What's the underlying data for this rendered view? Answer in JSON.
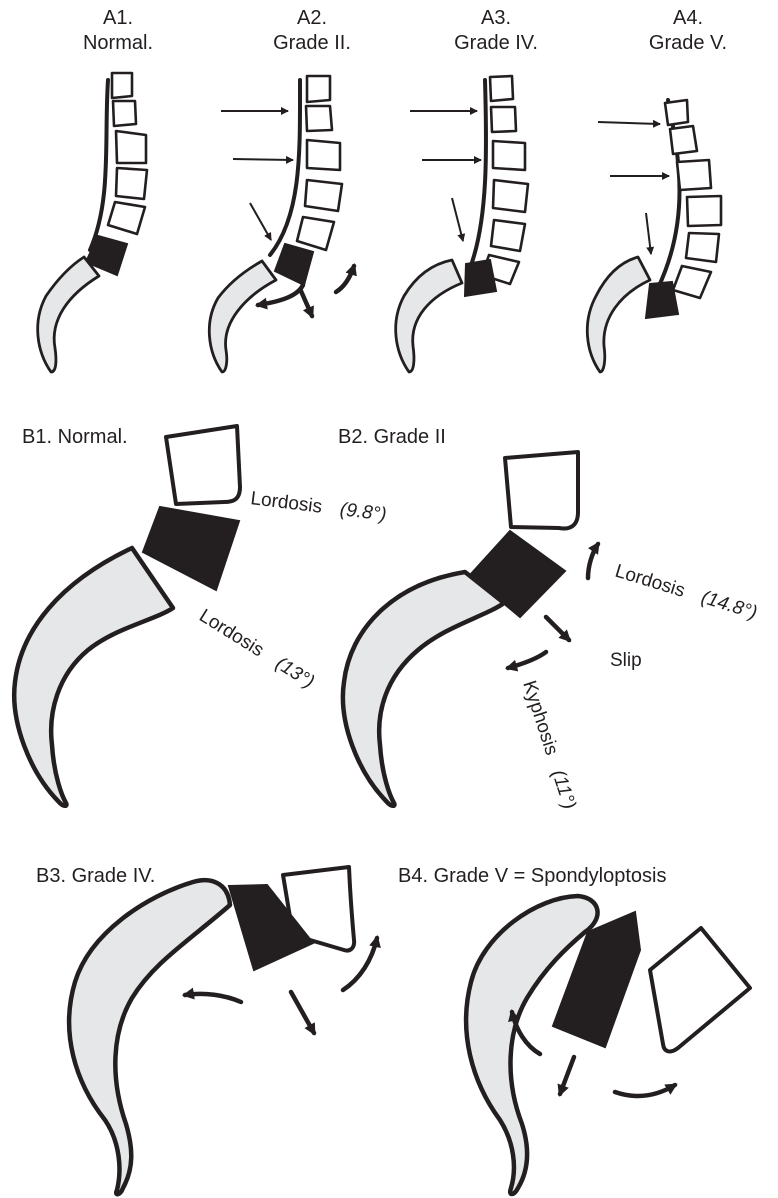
{
  "panels_a": [
    {
      "id": "A1.",
      "grade": "Normal."
    },
    {
      "id": "A2.",
      "grade": "Grade II."
    },
    {
      "id": "A3.",
      "grade": "Grade IV."
    },
    {
      "id": "A4.",
      "grade": "Grade V."
    }
  ],
  "panels_b": [
    {
      "title": "B1. Normal."
    },
    {
      "title": "B2. Grade II"
    },
    {
      "title": "B3. Grade IV."
    },
    {
      "title": "B4. Grade V = Spondyloptosis"
    }
  ],
  "annotations": {
    "b1_upper": {
      "word": "Lordosis",
      "value": "(9.8°)"
    },
    "b1_lower": {
      "word": "Lordosis",
      "value": "(13°)"
    },
    "b2_lordosis": {
      "word": "Lordosis",
      "value": "(14.8°)"
    },
    "b2_slip": "Slip",
    "b2_kyphosis": {
      "word": "Kyphosis",
      "value": "(11°)"
    }
  },
  "colors": {
    "ink": "#231f20",
    "sacrum": "#e6e7e8",
    "vertebra": "#ffffff",
    "l5": "#231f20"
  }
}
